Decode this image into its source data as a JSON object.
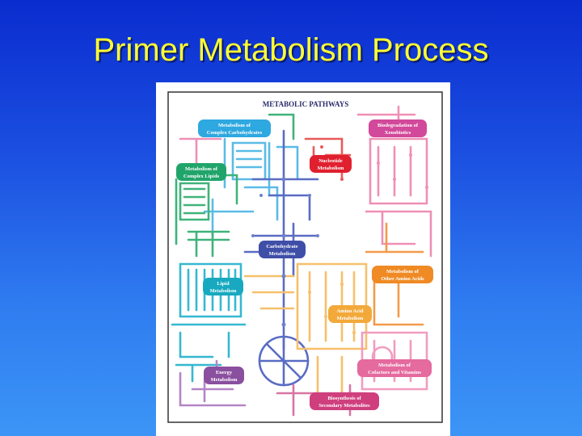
{
  "slide": {
    "title": "Primer Metabolism Process"
  },
  "poster": {
    "title": "METABOLIC PATHWAYS",
    "labels": [
      {
        "id": "complex-carbohydrates",
        "lines": [
          "Metabolism of",
          "Complex Carbohydrates"
        ],
        "color": "#2ea8e0"
      },
      {
        "id": "xenobiotics",
        "lines": [
          "Biodegradation of",
          "Xenobiotics"
        ],
        "color": "#d2489a"
      },
      {
        "id": "nucleotide",
        "lines": [
          "Nucleotide",
          "Metabolism"
        ],
        "color": "#e0202f"
      },
      {
        "id": "complex-lipids",
        "lines": [
          "Metabolism of",
          "Complex Lipids"
        ],
        "color": "#21a46a"
      },
      {
        "id": "carbohydrate",
        "lines": [
          "Carbohydrate",
          "Metabolism"
        ],
        "color": "#3f4fa8"
      },
      {
        "id": "lipid",
        "lines": [
          "Lipid",
          "Metabolism"
        ],
        "color": "#18a9c0"
      },
      {
        "id": "other-amino-acids",
        "lines": [
          "Metabolism of",
          "Other Amino Acids"
        ],
        "color": "#ef8a24"
      },
      {
        "id": "amino-acid",
        "lines": [
          "Amino Acid",
          "Metabolism"
        ],
        "color": "#f2a93a"
      },
      {
        "id": "cofactors-vitamins",
        "lines": [
          "Metabolism of",
          "Cofactors and Vitamins"
        ],
        "color": "#e56a9e"
      },
      {
        "id": "energy",
        "lines": [
          "Energy",
          "Metabolism"
        ],
        "color": "#8a4f9e"
      },
      {
        "id": "secondary-metabolites",
        "lines": [
          "Biosynthesis of",
          "Secondary Metabolites"
        ],
        "color": "#cf3f7e"
      }
    ]
  }
}
